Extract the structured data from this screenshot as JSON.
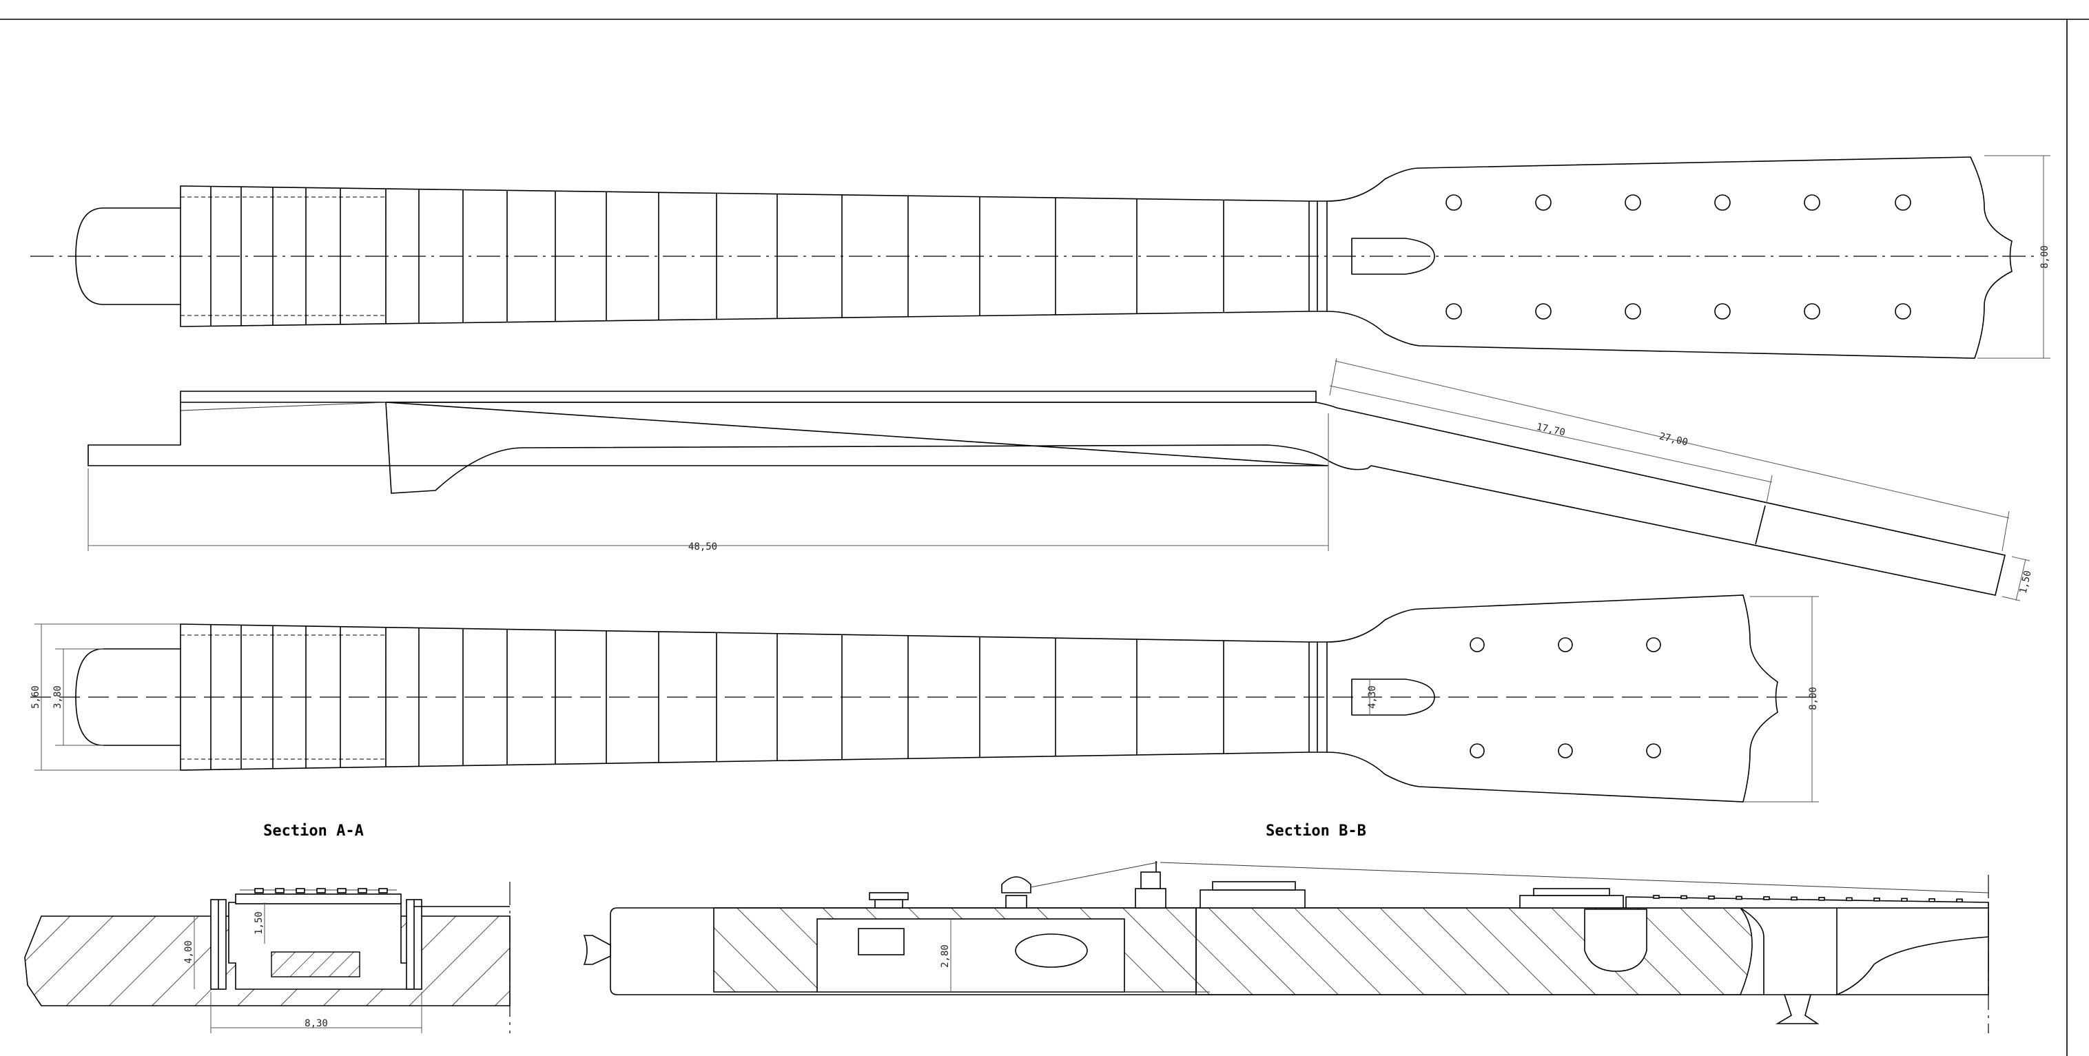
{
  "drawing": {
    "titles": {
      "section_a": "Section A-A",
      "section_b": "Section B-B"
    },
    "dimensions": {
      "headstock_width": "8,00",
      "length_17_70": "17,70",
      "length_27_00": "27,00",
      "total_length": "48,50",
      "headstock_thickness": "1,50",
      "heel_width": "5,60",
      "tenon_width": "3,80",
      "slot_width": "4,30",
      "headstock_width_bottom": "8,00",
      "section_a_height": "4,00",
      "section_a_inner": "1,50",
      "section_a_width": "8,30",
      "section_b_height": "2,80"
    },
    "colors": {
      "line": "#000000",
      "dimension": "#555555",
      "background": "#ffffff"
    }
  }
}
